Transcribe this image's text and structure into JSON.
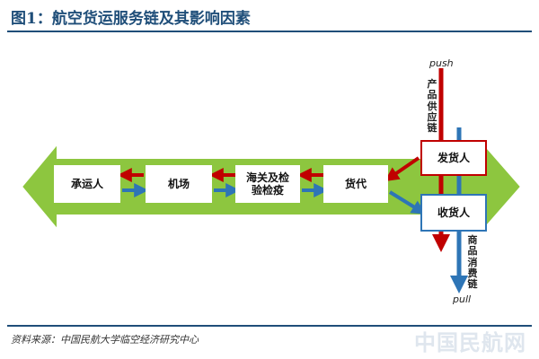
{
  "title": "图1：航空货运服务链及其影响因素",
  "source": "资料来源：中国民航大学临空经济研究中心",
  "watermark": "中国民航网",
  "nodes": {
    "carrier": "承运人",
    "airport": "机场",
    "customs": "海关及检验检疫",
    "forwarder": "货代",
    "shipper": "发货人",
    "consignee": "收货人"
  },
  "labels": {
    "push": "push",
    "pull": "pull",
    "supply_chain": "产品供应链",
    "consumption_chain": "商品消费链"
  },
  "colors": {
    "band": "#8dc63f",
    "red_arrow": "#c00000",
    "blue_arrow": "#2e75b6",
    "title": "#1f4e79"
  }
}
